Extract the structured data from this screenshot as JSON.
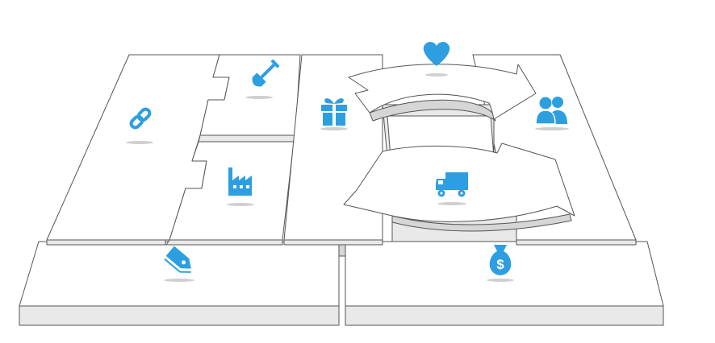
{
  "canvas": {
    "background": "#ffffff",
    "accent_color": "#2d9fe0",
    "outline_color": "#555555",
    "panel_fill": "#ffffff",
    "panel_side_fill": "#e9e9e9",
    "shadow_color": "#cfcfcf"
  },
  "blocks": [
    {
      "id": "key-partners",
      "icon": "link-icon"
    },
    {
      "id": "key-activities",
      "icon": "shovel-icon"
    },
    {
      "id": "key-resources",
      "icon": "factory-icon"
    },
    {
      "id": "value-propositions",
      "icon": "gift-icon"
    },
    {
      "id": "customer-relationships",
      "icon": "heart-icon"
    },
    {
      "id": "channels",
      "icon": "truck-icon"
    },
    {
      "id": "customer-segments",
      "icon": "users-icon"
    },
    {
      "id": "cost-structure",
      "icon": "price-tag-icon"
    },
    {
      "id": "revenue-streams",
      "icon": "money-bag-icon"
    }
  ]
}
